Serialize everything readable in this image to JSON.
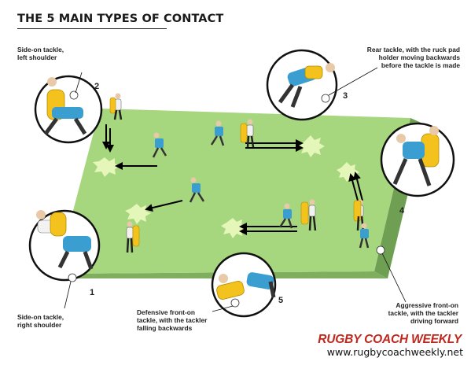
{
  "title": "THE 5 MAIN TYPES OF CONTACT",
  "labels": {
    "side_on_left": [
      "Side-on tackle,",
      "left shoulder"
    ],
    "side_on_right": [
      "Side-on tackle,",
      "right shoulder"
    ],
    "rear": [
      "Rear tackle, with the ruck pad",
      "holder moving backwards",
      "before the tackle is made"
    ],
    "aggressive": [
      "Aggressive front-on",
      "tackle, with the tackler",
      "driving forward"
    ],
    "defensive": [
      "Defensive front-on",
      "tackle, with the tackler",
      "falling backwards"
    ]
  },
  "numbers": {
    "n1": "1",
    "n2": "2",
    "n3": "3",
    "n4": "4",
    "n5": "5"
  },
  "brand": "RUGBY COACH WEEKLY",
  "url": "www.rugbycoachweekly.net",
  "colors": {
    "pitch": "#a6d67e",
    "pitch_edge": "#6e9f52",
    "attacker": "#3a9fd0",
    "pad": "#f3c21c",
    "starburst": "#e4f6b8",
    "arrow": "#000000"
  }
}
